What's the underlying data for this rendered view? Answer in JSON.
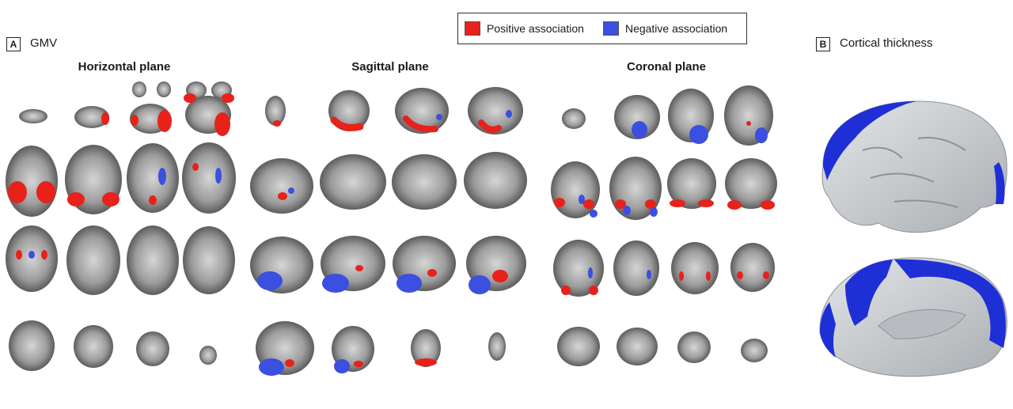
{
  "panel_a": {
    "letter": "A",
    "title": "GMV"
  },
  "panel_b": {
    "letter": "B",
    "title": "Cortical thickness"
  },
  "planes": {
    "horizontal": "Horizontal plane",
    "sagittal": "Sagittal plane",
    "coronal": "Coronal plane"
  },
  "legend": {
    "positive": {
      "label": "Positive association",
      "color": "#e8211b"
    },
    "negative": {
      "label": "Negative association",
      "color": "#3b4fe0"
    }
  },
  "colors": {
    "brain_gray": "#9a9a9a",
    "cortex_light": "#c9cdd0",
    "surface_blue": "#1f2fd6"
  }
}
